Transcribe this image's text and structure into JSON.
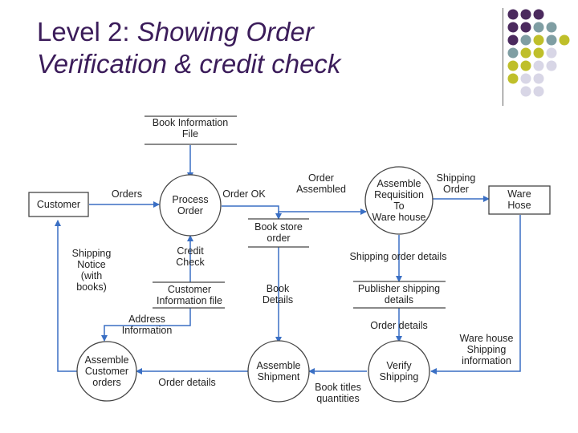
{
  "title": {
    "plain": "Level 2: ",
    "italic_line1": "Showing Order",
    "italic_line2": "Verification & credit check"
  },
  "colors": {
    "arrow": "#3a6fc4",
    "title": "#3b1c5a",
    "dot_purple": "#4b2a5e",
    "dot_teal": "#7f9ea3",
    "dot_yellow": "#bfbf2a",
    "dot_lavender": "#d8d6e6"
  },
  "entities": {
    "customer": "Customer",
    "warehouse": [
      "Ware",
      "Hose"
    ]
  },
  "processes": {
    "process_order": [
      "Process",
      "Order"
    ],
    "assemble_requisition": [
      "Assemble",
      "Requisition",
      "To",
      "Ware house"
    ],
    "assemble_customer_orders": [
      "Assemble",
      "Customer",
      "orders"
    ],
    "assemble_shipment": [
      "Assemble",
      "Shipment"
    ],
    "verify_shipping": [
      "Verify",
      "Shipping"
    ]
  },
  "stores": {
    "book_information_file": [
      "Book Information",
      "File"
    ],
    "book_store_order": [
      "Book store",
      "order"
    ],
    "customer_information_file": [
      "Customer",
      "Information file"
    ],
    "publisher_shipping_details": [
      "Publisher shipping",
      "details"
    ]
  },
  "flows": {
    "orders": [
      "Orders"
    ],
    "order_ok": [
      "Order OK"
    ],
    "order_assembled": [
      "Order",
      "Assembled"
    ],
    "shipping_order": [
      "Shipping",
      "Order"
    ],
    "credit_check": [
      "Credit",
      "Check"
    ],
    "shipping_notice": [
      "Shipping",
      "Notice",
      "(with",
      "books)"
    ],
    "shipping_order_details": [
      "Shipping order details"
    ],
    "book_details": [
      "Book",
      "Details"
    ],
    "address_information": [
      "Address",
      "Information"
    ],
    "order_details_pub": [
      "Order details"
    ],
    "warehouse_shipping_info": [
      "Ware house",
      "Shipping",
      "information"
    ],
    "order_details_bottom": [
      "Order details"
    ],
    "book_titles_quantities": [
      "Book titles",
      "quantities"
    ]
  }
}
